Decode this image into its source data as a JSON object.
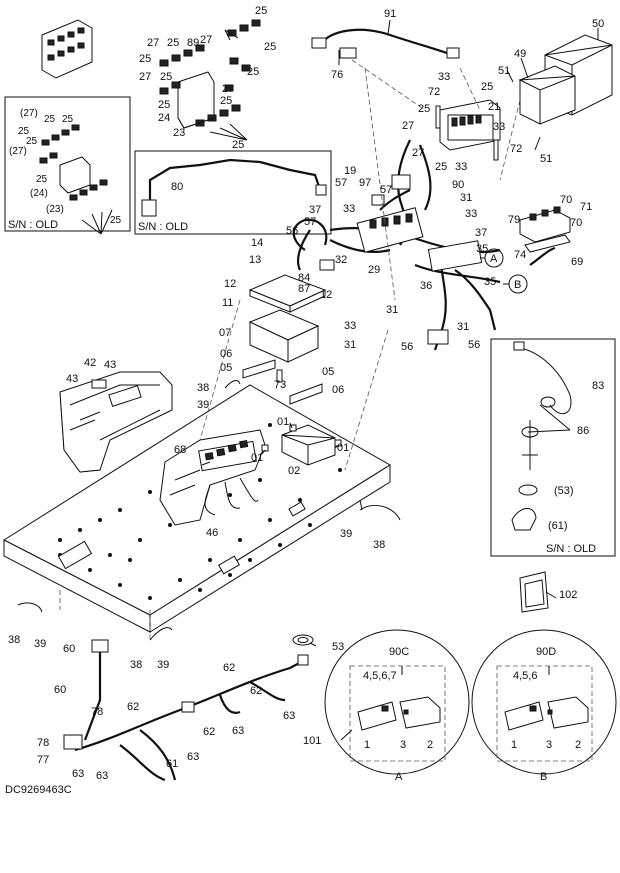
{
  "drawing_id": "DC9269463C",
  "inset_notes": {
    "sn_old_1": "S/N : OLD",
    "sn_old_2": "S/N : OLD",
    "sn_old_3": "S/N : OLD"
  },
  "detail_views": {
    "view_a": {
      "code": "90C",
      "letter": "A",
      "parts": [
        "4,5,6,7",
        "1",
        "3",
        "2"
      ]
    },
    "view_b": {
      "code": "90D",
      "letter": "B",
      "parts": [
        "4,5,6",
        "1",
        "3",
        "2"
      ]
    }
  },
  "callouts": {
    "a": "A",
    "b": "B"
  },
  "part_labels": {
    "p91": "91",
    "p50": "50",
    "p49": "49",
    "p51a": "51",
    "p51b": "51",
    "p76": "76",
    "p25_1": "25",
    "p27_1": "27",
    "p25_2": "25",
    "p27_2": "27",
    "p25_3": "25",
    "p89": "89",
    "p25_4": "25",
    "p27_3": "27",
    "p25_5": "25",
    "p25_6": "25",
    "p27_4": "27",
    "p25_7": "25",
    "p25_8": "25",
    "p24": "24",
    "p23": "23",
    "p25_9": "25",
    "i27_1": "(27)",
    "i25_1": "25",
    "i25_2": "25",
    "i25_3": "25",
    "i27_2": "(27)",
    "i25_4": "25",
    "i25_5": "25",
    "i24": "(24)",
    "i23": "(23)",
    "i25_6": "25",
    "p80": "80",
    "p33a": "33",
    "p72a": "72",
    "p25_10": "25",
    "p21": "21",
    "p27_5": "27",
    "p25_11": "25",
    "p27_6": "27",
    "p33b": "33",
    "p25_12": "25",
    "p33c": "33",
    "p72b": "72",
    "p19": "19",
    "p97": "97",
    "p57a": "57",
    "p90": "90",
    "p31a": "31",
    "p33d": "33",
    "p57b": "57",
    "p70a": "70",
    "p71": "71",
    "p79": "79",
    "p70b": "70",
    "p37a": "37",
    "p33e": "33",
    "p56a": "56",
    "p57c": "57",
    "p37b": "37",
    "p35a": "35",
    "p74": "74",
    "p69": "69",
    "p14": "14",
    "p13": "13",
    "p32": "32",
    "p29": "29",
    "p84": "84",
    "p87": "87",
    "p12a": "12",
    "p12b": "12",
    "p11": "11",
    "p36": "36",
    "p35b": "35",
    "p31b": "31",
    "p31c": "31",
    "p56b": "56",
    "p56c": "56",
    "p07": "07",
    "p33f": "33",
    "p31d": "31",
    "p06a": "06",
    "p05a": "05",
    "p73": "73",
    "p05b": "05",
    "p06b": "06",
    "p42": "42",
    "p43a": "43",
    "p43b": "43",
    "p38a": "38",
    "p39a": "39",
    "p83": "83",
    "p86": "86",
    "p53a": "(53)",
    "p61": "(61)",
    "p01a": "01",
    "p68": "68",
    "p01b": "01",
    "p02": "02",
    "p01c": "01",
    "p46": "46",
    "p39b": "39",
    "p38b": "38",
    "p102": "102",
    "p38c": "38",
    "p39c": "39",
    "p60a": "60",
    "p38d": "38",
    "p39d": "39",
    "p53b": "53",
    "p60b": "60",
    "p62a": "62",
    "p62b": "62",
    "p78a": "78",
    "p62c": "62",
    "p63a": "63",
    "p62d": "62",
    "p63b": "63",
    "p78b": "78",
    "p77": "77",
    "p63c": "63",
    "p61b": "61",
    "p63d": "63",
    "p63e": "63",
    "p101": "101"
  }
}
